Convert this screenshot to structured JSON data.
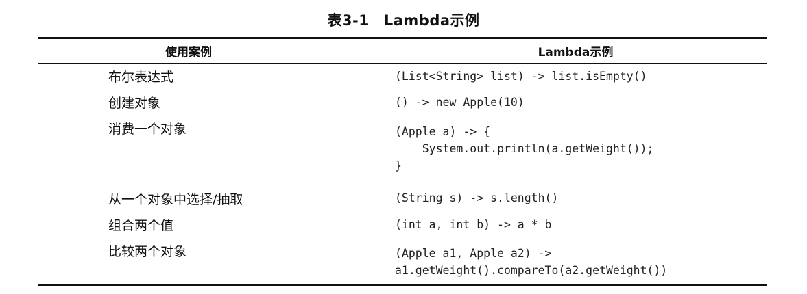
{
  "table": {
    "caption": "表3-1　Lambda示例",
    "headers": [
      "使用案例",
      "Lambda示例"
    ],
    "rows": [
      {
        "case": "布尔表达式",
        "example": "(List<String> list) -> list.isEmpty()"
      },
      {
        "case": "创建对象",
        "example": "() -> new Apple(10)"
      },
      {
        "case": "消费一个对象",
        "example": "(Apple a) -> {\n    System.out.println(a.getWeight());\n}"
      },
      {
        "case": "从一个对象中选择/抽取",
        "example": "(String s) -> s.length()"
      },
      {
        "case": "组合两个值",
        "example": "(int a, int b) -> a * b"
      },
      {
        "case": "比较两个对象",
        "example": "(Apple a1, Apple a2) ->\na1.getWeight().compareTo(a2.getWeight())"
      }
    ]
  }
}
